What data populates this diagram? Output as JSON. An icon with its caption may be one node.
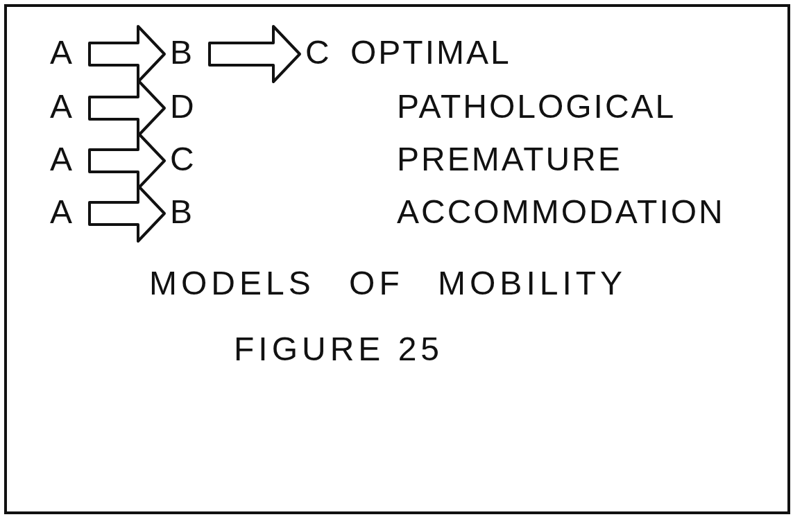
{
  "diagram": {
    "title": "MODELS OF MOBILITY",
    "caption": "FIGURE 25",
    "nodes": [
      {
        "text": [
          "A"
        ]
      },
      {
        "text": [
          "B"
        ]
      },
      {
        "text": [
          "C"
        ]
      },
      {
        "text": [
          "A"
        ]
      },
      {
        "text": [
          "D"
        ]
      },
      {
        "text": [
          "A"
        ]
      },
      {
        "text": [
          "C"
        ]
      },
      {
        "text": [
          "A"
        ]
      },
      {
        "text": [
          "B"
        ]
      }
    ],
    "edges": [
      {
        "from": 0,
        "to": 1,
        "arrow": "to"
      },
      {
        "from": 1,
        "to": 2,
        "arrow": "to"
      },
      {
        "from": 3,
        "to": 4,
        "arrow": "to"
      },
      {
        "from": 5,
        "to": 6,
        "arrow": "to"
      },
      {
        "from": 7,
        "to": 8,
        "arrow": "to"
      }
    ],
    "labels": [
      "OPTIMAL",
      "PATHOLOGICAL",
      "PREMATURE",
      "ACCOMMODATION"
    ]
  }
}
